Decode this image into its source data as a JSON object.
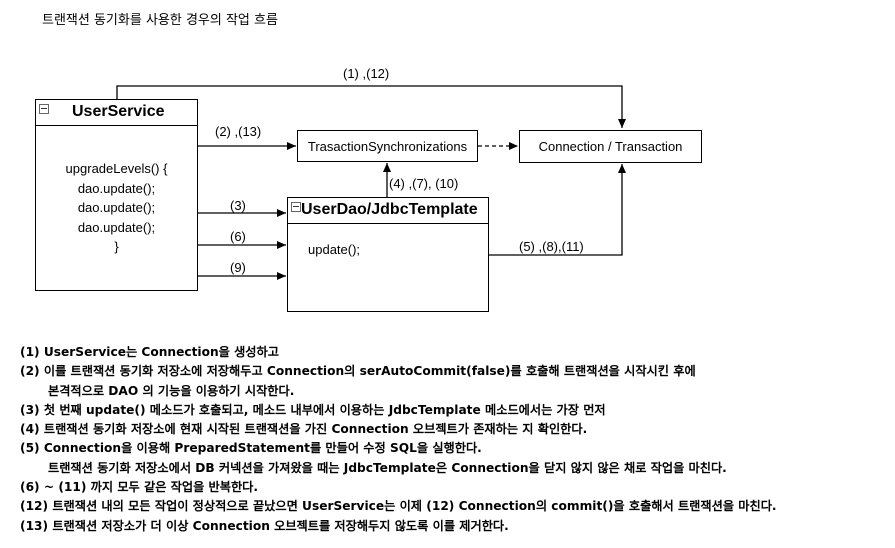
{
  "title": "트랜잭션 동기화를 사용한 경우의 작업 흐름",
  "user_service": {
    "name": "UserService",
    "code_lines": [
      "upgradeLevels() {",
      "dao.update();",
      "dao.update();",
      "dao.update();",
      "}"
    ]
  },
  "dao": {
    "name": "UserDao/JdbcTemplate",
    "code": "update();"
  },
  "sync_box": "TrasactionSynchronizations",
  "conn_box": "Connection / Transaction",
  "edge_labels": {
    "e1_12": "(1) ,(12)",
    "e2_13": "(2) ,(13)",
    "e3": "(3)",
    "e6": "(6)",
    "e9": "(9)",
    "e4_7_10": "(4) ,(7), (10)",
    "e5_8_11": "(5) ,(8),(11)"
  },
  "notes": [
    "(1) UserService는 Connection을 생성하고",
    "(2) 이를 트랜잭션 동기화 저장소에 저장해두고 Connection의 serAutoCommit(false)를 호출해 트랜잭션을 시작시킨 후에",
    "본격적으로 DAO 의 기능을 이용하기 시작한다.",
    "(3) 첫 번째 update() 메소드가 호출되고, 메소드 내부에서 이용하는 JdbcTemplate 메소드에서는 가장 먼저",
    "(4) 트랜잭션 동기화 저장소에 현재 시작된 트랜잭션을 가진 Connection 오브젝트가 존재하는 지 확인한다.",
    "(5) Connection을 이용해  PreparedStatement를 만들어 수정 SQL을 실행한다.",
    "트랜잭션 동기화 저장소에서 DB 커넥션을 가져왔을 때는 JdbcTemplate은 Connection을 닫지 않지 않은 채로 작업을 마친다.",
    "(6) ~ (11) 까지 모두 같은 작업을 반복한다.",
    "(12) 트랜잭션 내의 모든 작업이 정상적으로 끝났으면 UserService는 이제 (12) Connection의 commit()을 호출해서 트랜잭션을 마친다.",
    "(13) 트랜잭션 저장소가 더 이상 Connection 오브젝트를 저장해두지 않도록 이를 제거한다."
  ]
}
